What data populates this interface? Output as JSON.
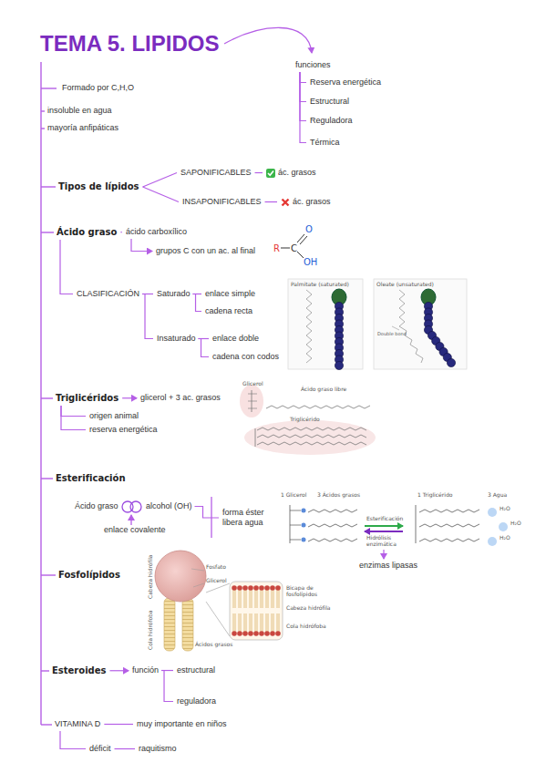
{
  "diagram": {
    "title": "TEMA 5. LIPIDOS",
    "nodes": [
      {
        "text": [
          "Formado por C,H,O"
        ]
      },
      {
        "text": [
          "insoluble en agua"
        ]
      },
      {
        "text": [
          "mayoría anfipáticas"
        ]
      },
      {
        "text": [
          "funciones"
        ]
      },
      {
        "text": [
          "Reserva energética"
        ]
      },
      {
        "text": [
          "Estructural"
        ]
      },
      {
        "text": [
          "Reguladora"
        ]
      },
      {
        "text": [
          "Térmica"
        ]
      },
      {
        "text": [
          "Tipos de lípidos"
        ]
      },
      {
        "text": [
          "SAPONIFICABLES"
        ]
      },
      {
        "text": [
          "ác. grasos"
        ]
      },
      {
        "text": [
          "INSAPONIFICABLES"
        ]
      },
      {
        "text": [
          "ác. grasos"
        ]
      },
      {
        "text": [
          "Ácido graso"
        ]
      },
      {
        "text": [
          "ácido carboxílico"
        ]
      },
      {
        "text": [
          "grupos C con un ac. al final"
        ]
      },
      {
        "text": [
          "CLASIFICACIÓN"
        ]
      },
      {
        "text": [
          "Saturado"
        ]
      },
      {
        "text": [
          "enlace simple"
        ]
      },
      {
        "text": [
          "cadena recta"
        ]
      },
      {
        "text": [
          "Insaturado"
        ]
      },
      {
        "text": [
          "enlace doble"
        ]
      },
      {
        "text": [
          "cadena con codos"
        ]
      },
      {
        "text": [
          "Triglicéridos"
        ]
      },
      {
        "text": [
          "glicerol + 3 ac. grasos"
        ]
      },
      {
        "text": [
          "origen animal"
        ]
      },
      {
        "text": [
          "reserva energética"
        ]
      },
      {
        "text": [
          "Esterificación"
        ]
      },
      {
        "text": [
          "Ácido graso"
        ]
      },
      {
        "text": [
          "alcohol (OH)"
        ]
      },
      {
        "text": [
          "enlace covalente"
        ]
      },
      {
        "text": [
          "forma éster libera agua"
        ]
      },
      {
        "text": [
          "enzimas lipasas"
        ]
      },
      {
        "text": [
          "Fosfolípidos"
        ]
      },
      {
        "text": [
          "Esteroides"
        ]
      },
      {
        "text": [
          "función"
        ]
      },
      {
        "text": [
          "estructural"
        ]
      },
      {
        "text": [
          "reguladora"
        ]
      },
      {
        "text": [
          "VITAMINA D"
        ]
      },
      {
        "text": [
          "muy importante en niños"
        ]
      },
      {
        "text": [
          "déficit"
        ]
      },
      {
        "text": [
          "raquitismo"
        ]
      }
    ],
    "edges": [
      {
        "from": 3,
        "to": 4,
        "arrow": "none"
      },
      {
        "from": 3,
        "to": 5,
        "arrow": "none"
      },
      {
        "from": 3,
        "to": 6,
        "arrow": "none"
      },
      {
        "from": 3,
        "to": 7,
        "arrow": "none"
      },
      {
        "from": 8,
        "to": 9,
        "arrow": "none"
      },
      {
        "from": 8,
        "to": 11,
        "arrow": "none"
      },
      {
        "from": 9,
        "to": 10,
        "arrow": "none"
      },
      {
        "from": 11,
        "to": 12,
        "arrow": "none"
      },
      {
        "from": 13,
        "to": 14,
        "arrow": "none"
      },
      {
        "from": 14,
        "to": 15,
        "arrow": "to"
      },
      {
        "from": 13,
        "to": 16,
        "arrow": "none"
      },
      {
        "from": 16,
        "to": 17,
        "arrow": "none"
      },
      {
        "from": 16,
        "to": 20,
        "arrow": "none"
      },
      {
        "from": 17,
        "to": 18,
        "arrow": "none"
      },
      {
        "from": 17,
        "to": 19,
        "arrow": "none"
      },
      {
        "from": 20,
        "to": 21,
        "arrow": "none"
      },
      {
        "from": 20,
        "to": 22,
        "arrow": "none"
      },
      {
        "from": 23,
        "to": 24,
        "arrow": "to"
      },
      {
        "from": 23,
        "to": 25,
        "arrow": "none"
      },
      {
        "from": 23,
        "to": 26,
        "arrow": "none"
      },
      {
        "from": 29,
        "to": 31,
        "arrow": "none"
      },
      {
        "from": 34,
        "to": 35,
        "arrow": "to"
      },
      {
        "from": 35,
        "to": 36,
        "arrow": "none"
      },
      {
        "from": 35,
        "to": 37,
        "arrow": "none"
      },
      {
        "from": 38,
        "to": 39,
        "arrow": "none"
      },
      {
        "from": 38,
        "to": 40,
        "arrow": "none"
      },
      {
        "from": 40,
        "to": 41,
        "arrow": "none"
      }
    ],
    "labels": [
      "R",
      "C",
      "O",
      "OH",
      "Palmitate (saturated)",
      "Oleate (unsaturated)",
      "Double bond",
      "Glicerol",
      "Ácido graso libre",
      "Triglicérido",
      "1 Glicerol",
      "3 Ácidos grasos",
      "1 Triglicérido",
      "3 Agua",
      "Esterificación",
      "Hidrólisis enzimática",
      "H₂O",
      "H₂O",
      "H₂O",
      "Cabeza hidrófila",
      "Cola hidrófoba",
      "Fosfato",
      "Glicerol",
      "Ácidos grasos",
      "Bicapa de fosfolípidos",
      "Cabeza hidrófila",
      "Cola hidrófoba"
    ]
  }
}
